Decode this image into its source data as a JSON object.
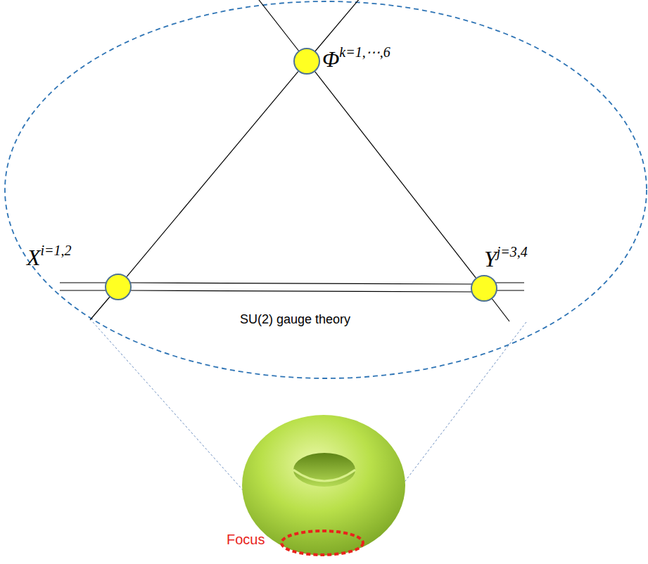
{
  "diagram": {
    "nodes": [
      {
        "text": [
          "Φ",
          "k=1,⋯,6"
        ]
      },
      {
        "text": [
          "X",
          "i=1,2"
        ]
      },
      {
        "text": [
          "Y",
          "j=3,4"
        ]
      }
    ],
    "edges": [
      {
        "from": 1,
        "to": 0,
        "arrow": "none"
      },
      {
        "from": 0,
        "to": 2,
        "arrow": "none"
      },
      {
        "from": 1,
        "to": 2,
        "arrow": "none"
      }
    ],
    "labels": [
      "SU(2) gauge theory",
      "Focus"
    ]
  }
}
